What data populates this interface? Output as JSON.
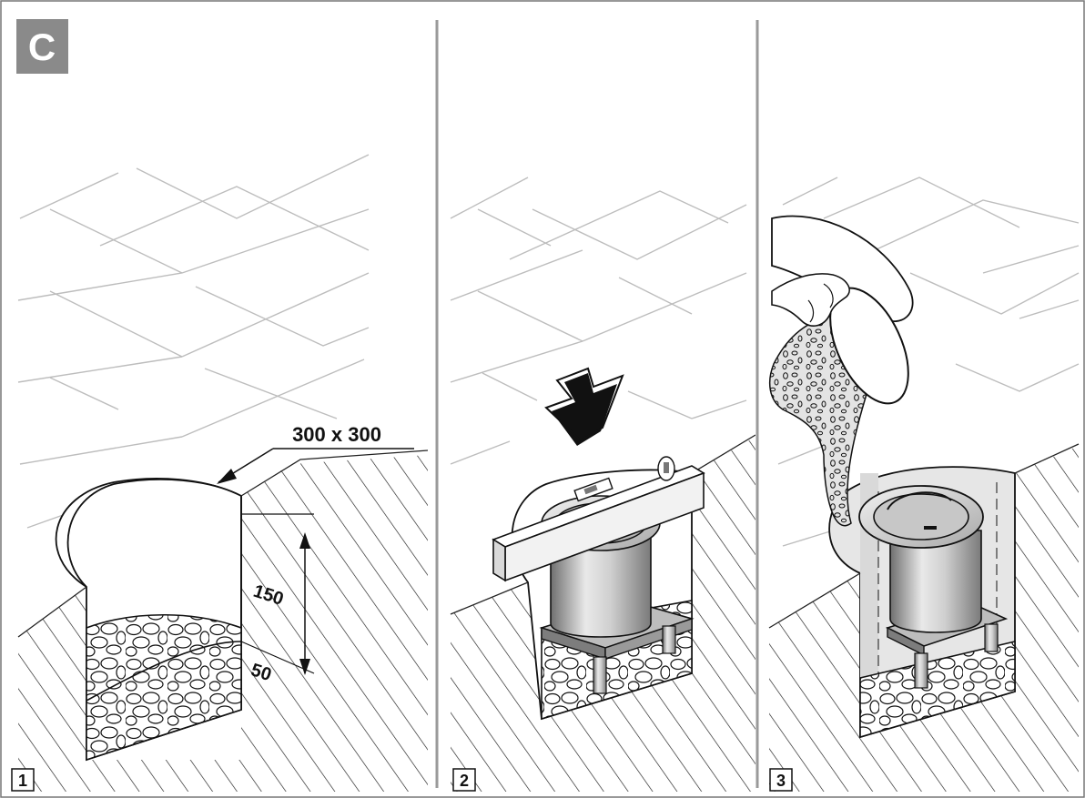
{
  "section_letter": "C",
  "steps": [
    {
      "number": "1",
      "dimension_label": "300 x 300",
      "height_label": "150",
      "base_label": "50"
    },
    {
      "number": "2"
    },
    {
      "number": "3"
    }
  ],
  "colors": {
    "badge_bg": "#8a8a8a",
    "badge_text": "#ffffff",
    "divider": "#9a9a9a",
    "paving_lines": "#bdbdbd",
    "metal_light": "#dcdcdc",
    "metal_dark": "#8c8c8c",
    "concrete_fill": "#e6e6e6"
  }
}
